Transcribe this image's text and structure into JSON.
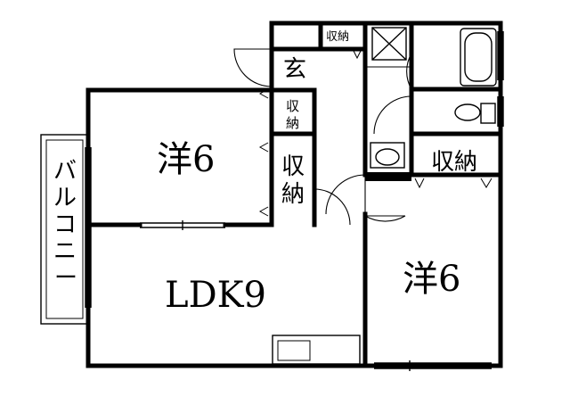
{
  "rooms": {
    "western_room_upper": "洋6",
    "western_room_lower": "洋6",
    "ldk": "LDK9",
    "entrance": "玄",
    "balcony": "バルコニー",
    "storage_top": "収納",
    "storage_small": "収納",
    "storage_closet": "収納",
    "storage_right": "収納"
  }
}
